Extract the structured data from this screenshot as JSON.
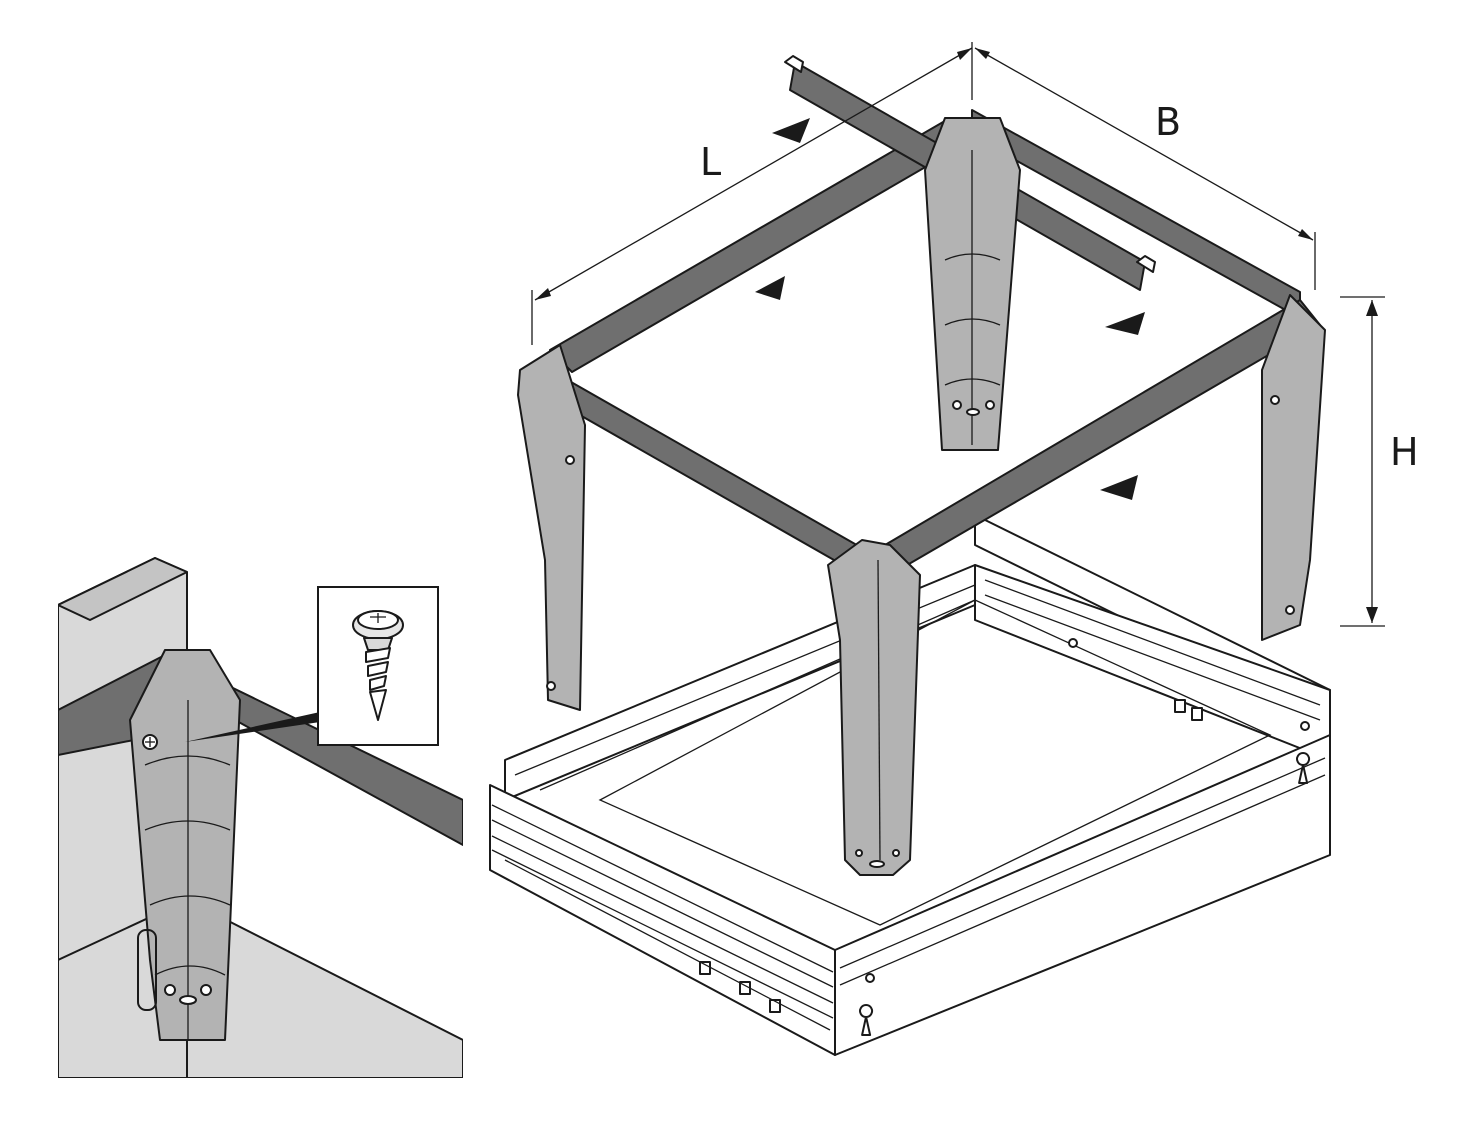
{
  "dimensions": {
    "length_label": "L",
    "width_label": "B",
    "height_label": "H"
  },
  "colors": {
    "frame": "#6f6f6f",
    "frame_dark": "#555555",
    "bracket": "#b3b3b3",
    "line": "#1a1a1a",
    "panel_light": "#d9d9d9",
    "panel_mid": "#c4c4c4",
    "background": "#ffffff"
  },
  "icons": {
    "screw": "screw-icon",
    "direction_arrow": "arrow-head-icon"
  }
}
